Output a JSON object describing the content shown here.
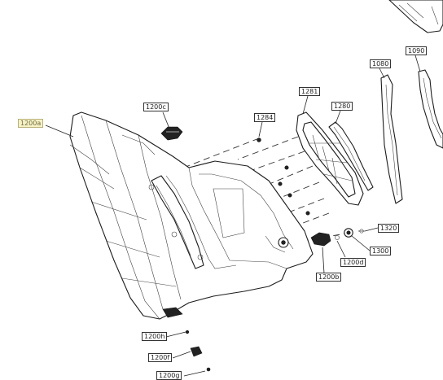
{
  "callouts": {
    "c1200a": "1200a",
    "c1200c": "1200c",
    "c1284": "1284",
    "c1281": "1281",
    "c1280": "1280",
    "c1080": "1080",
    "c1090": "1090",
    "c1320": "1320",
    "c1300": "1300",
    "c1200d": "1200d",
    "c1200b": "1200b",
    "c1200h": "1200h",
    "c1200f": "1200f",
    "c1200g": "1200g"
  },
  "highlight_color": "#f6f2c6"
}
